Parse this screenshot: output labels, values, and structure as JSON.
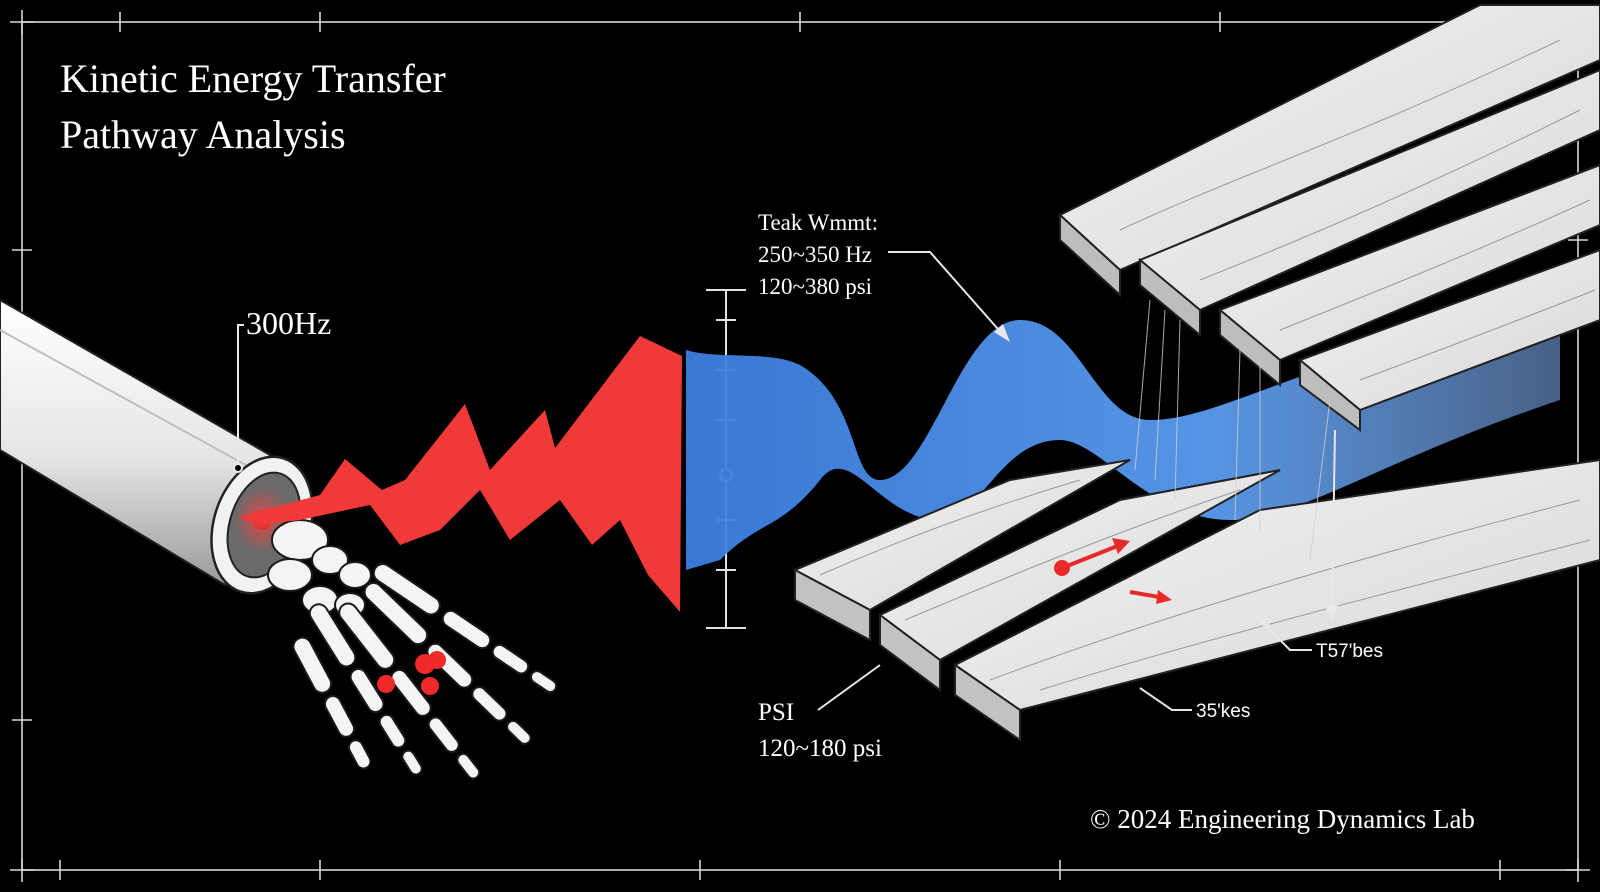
{
  "title": {
    "line1": "Kinetic Energy Transfer",
    "line2": "Pathway Analysis"
  },
  "labels": {
    "freq_source": "300Hz",
    "teak_heading": "Teak Wmmt:",
    "teak_freq": "250~350 Hz",
    "teak_pressure": "120~380 psi",
    "psi_heading": "PSI",
    "psi_range": "120~180 psi",
    "label_upper_right": "T57'bes",
    "label_lower_right": "35'kes"
  },
  "footer": {
    "copyright": "© 2024 Engineering Dynamics Lab"
  },
  "colors": {
    "background": "#000000",
    "shock_red": "#f03a3a",
    "wave_blue": "#4a8fe8",
    "wood": "#e8e8e8",
    "line": "#ffffff"
  },
  "icons": [
    "pipe-illustration",
    "skeletal-hand-illustration",
    "lightning-shock-icon",
    "sine-wave-illustration",
    "teak-planks-illustration",
    "red-arrow-icon"
  ]
}
